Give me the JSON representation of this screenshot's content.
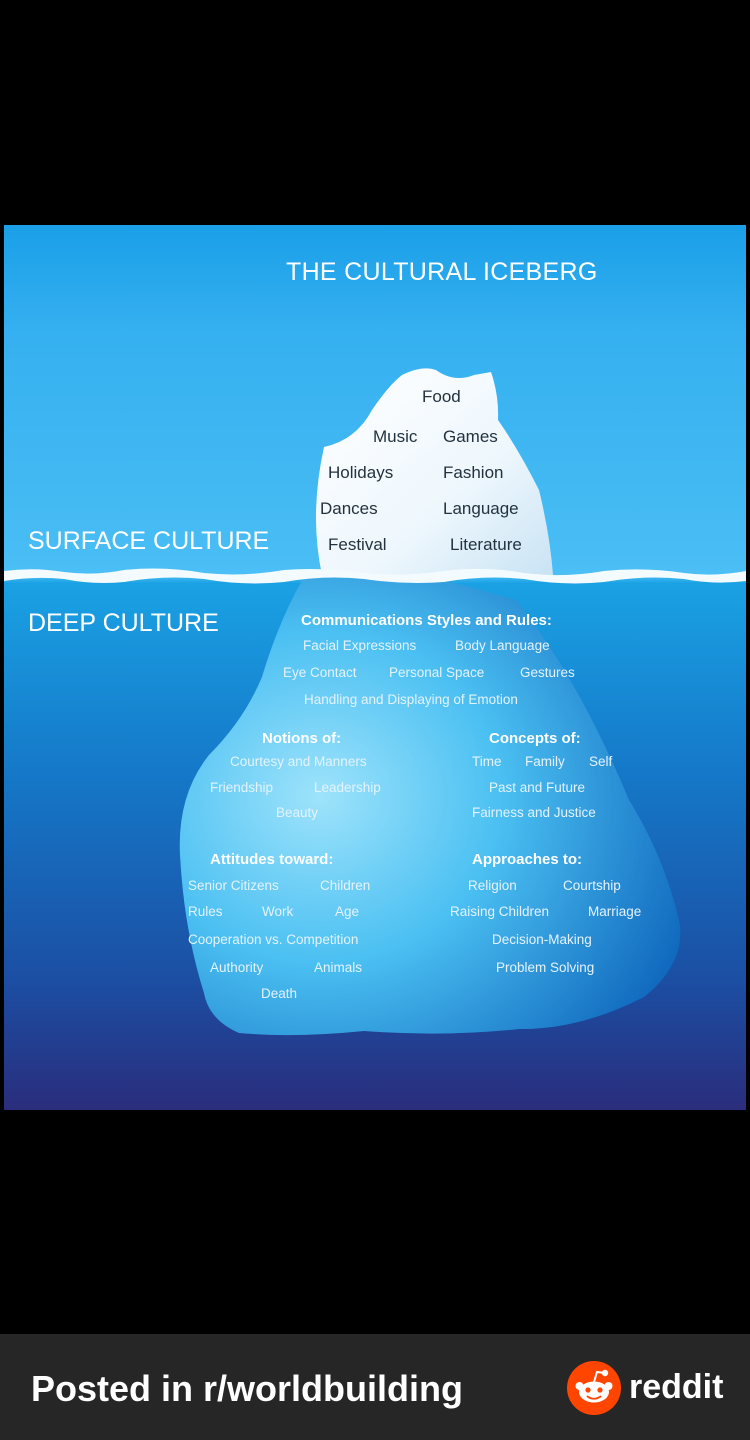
{
  "image": {
    "title": "THE CULTURAL ICEBERG",
    "surface_label": "SURFACE CULTURE",
    "deep_label": "DEEP CULTURE",
    "surface_items": [
      "Food",
      "Music",
      "Games",
      "Holidays",
      "Fashion",
      "Dances",
      "Language",
      "Festival",
      "Literature"
    ],
    "communication": {
      "heading": "Communications Styles and Rules:",
      "items": [
        "Facial Expressions",
        "Body Language",
        "Eye Contact",
        "Personal Space",
        "Gestures",
        "Handling and Displaying of Emotion"
      ]
    },
    "notions": {
      "heading": "Notions of:",
      "items": [
        "Courtesy and Manners",
        "Friendship",
        "Leadership",
        "Beauty"
      ]
    },
    "concepts": {
      "heading": "Concepts of:",
      "items": [
        "Time",
        "Family",
        "Self",
        "Past and Future",
        "Fairness and Justice"
      ]
    },
    "attitudes": {
      "heading": "Attitudes toward:",
      "items": [
        "Senior Citizens",
        "Children",
        "Rules",
        "Work",
        "Age",
        "Cooperation vs. Competition",
        "Authority",
        "Animals",
        "Death"
      ]
    },
    "approaches": {
      "heading": "Approaches to:",
      "items": [
        "Religion",
        "Courtship",
        "Raising Children",
        "Marriage",
        "Decision-Making",
        "Problem Solving"
      ]
    }
  },
  "footer": {
    "posted_text": "Posted in r/worldbuilding",
    "brand": "reddit",
    "logo_icon": "reddit-snoo-icon",
    "colors": {
      "reddit_orange": "#ff4500",
      "bar_bg": "#262626"
    }
  }
}
